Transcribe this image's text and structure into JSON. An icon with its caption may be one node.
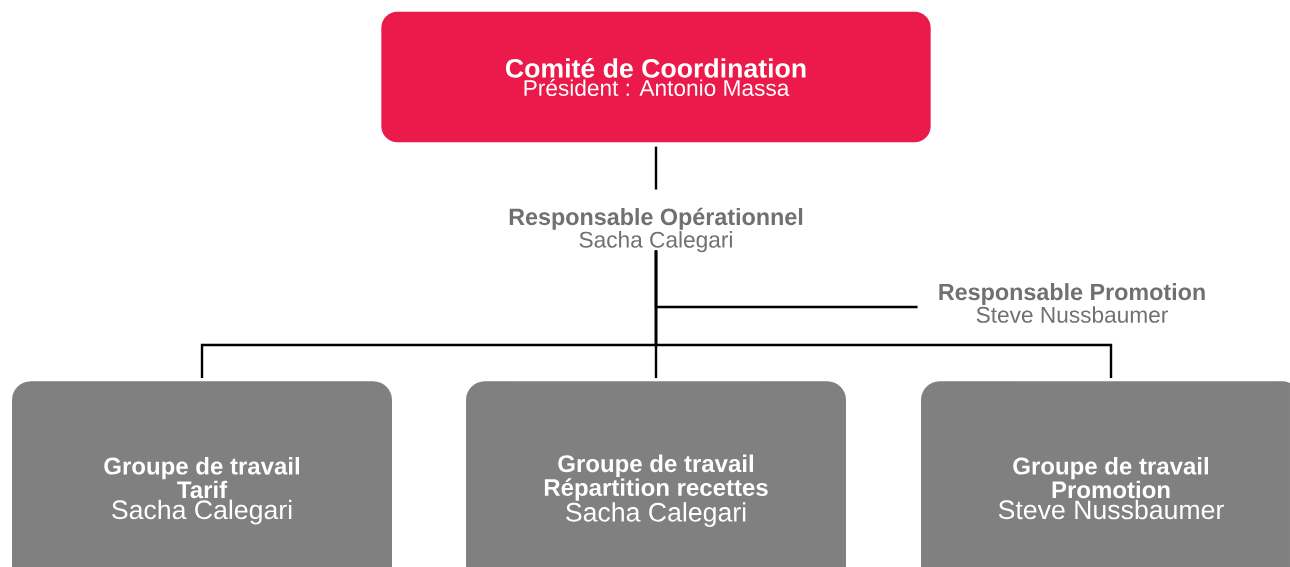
{
  "diagram": {
    "nodes": [
      {
        "text": [
          "Comité de Coordination",
          "Président : Antonio Massa"
        ]
      },
      {
        "text": [
          "Responsable Opérationnel",
          "Sacha Calegari"
        ]
      },
      {
        "text": [
          "Responsable Promotion",
          "Steve Nussbaumer"
        ]
      },
      {
        "text": [
          "Groupe de travail",
          "Tarif",
          "Sacha Calegari"
        ]
      },
      {
        "text": [
          "Groupe de travail",
          "Répartition recettes",
          "Sacha Calegari"
        ]
      },
      {
        "text": [
          "Groupe de travail",
          "Promotion",
          "Steve Nussbaumer"
        ]
      }
    ],
    "edges": [
      {
        "from": 0,
        "to": 1,
        "arrow": "none"
      },
      {
        "from": 1,
        "to": 2,
        "arrow": "none"
      },
      {
        "from": 1,
        "to": 3,
        "arrow": "none"
      },
      {
        "from": 1,
        "to": 4,
        "arrow": "none"
      },
      {
        "from": 1,
        "to": 5,
        "arrow": "none"
      }
    ]
  }
}
